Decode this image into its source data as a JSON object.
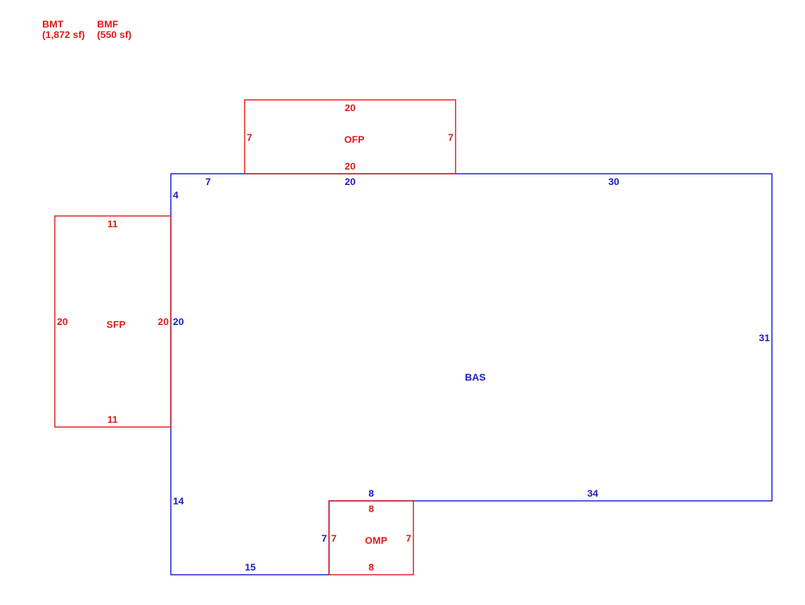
{
  "colors": {
    "building": "#1a1ad0",
    "addition": "#e01b1b",
    "background": "#ffffff"
  },
  "legend": [
    {
      "code": "BMT",
      "area": "(1,872 sf)"
    },
    {
      "code": "BMF",
      "area": "(550 sf)"
    }
  ],
  "areas": {
    "bas": {
      "code": "BAS",
      "dims": {
        "top_left": "7",
        "top_mid": "20",
        "top_right": "30",
        "left_upper": "4",
        "left_mid": "20",
        "right": "31",
        "notch_top": "8",
        "notch_right": "34",
        "left_lower": "14",
        "bottom": "15",
        "notch_left": "7"
      }
    },
    "ofp": {
      "code": "OFP",
      "dims": {
        "top": "20",
        "bottom": "20",
        "left": "7",
        "right": "7"
      }
    },
    "sfp": {
      "code": "SFP",
      "dims": {
        "top": "11",
        "bottom": "11",
        "left": "20",
        "right": "20"
      }
    },
    "omp": {
      "code": "OMP",
      "dims": {
        "top": "8",
        "bottom": "8",
        "left": "7",
        "right": "7"
      }
    }
  }
}
